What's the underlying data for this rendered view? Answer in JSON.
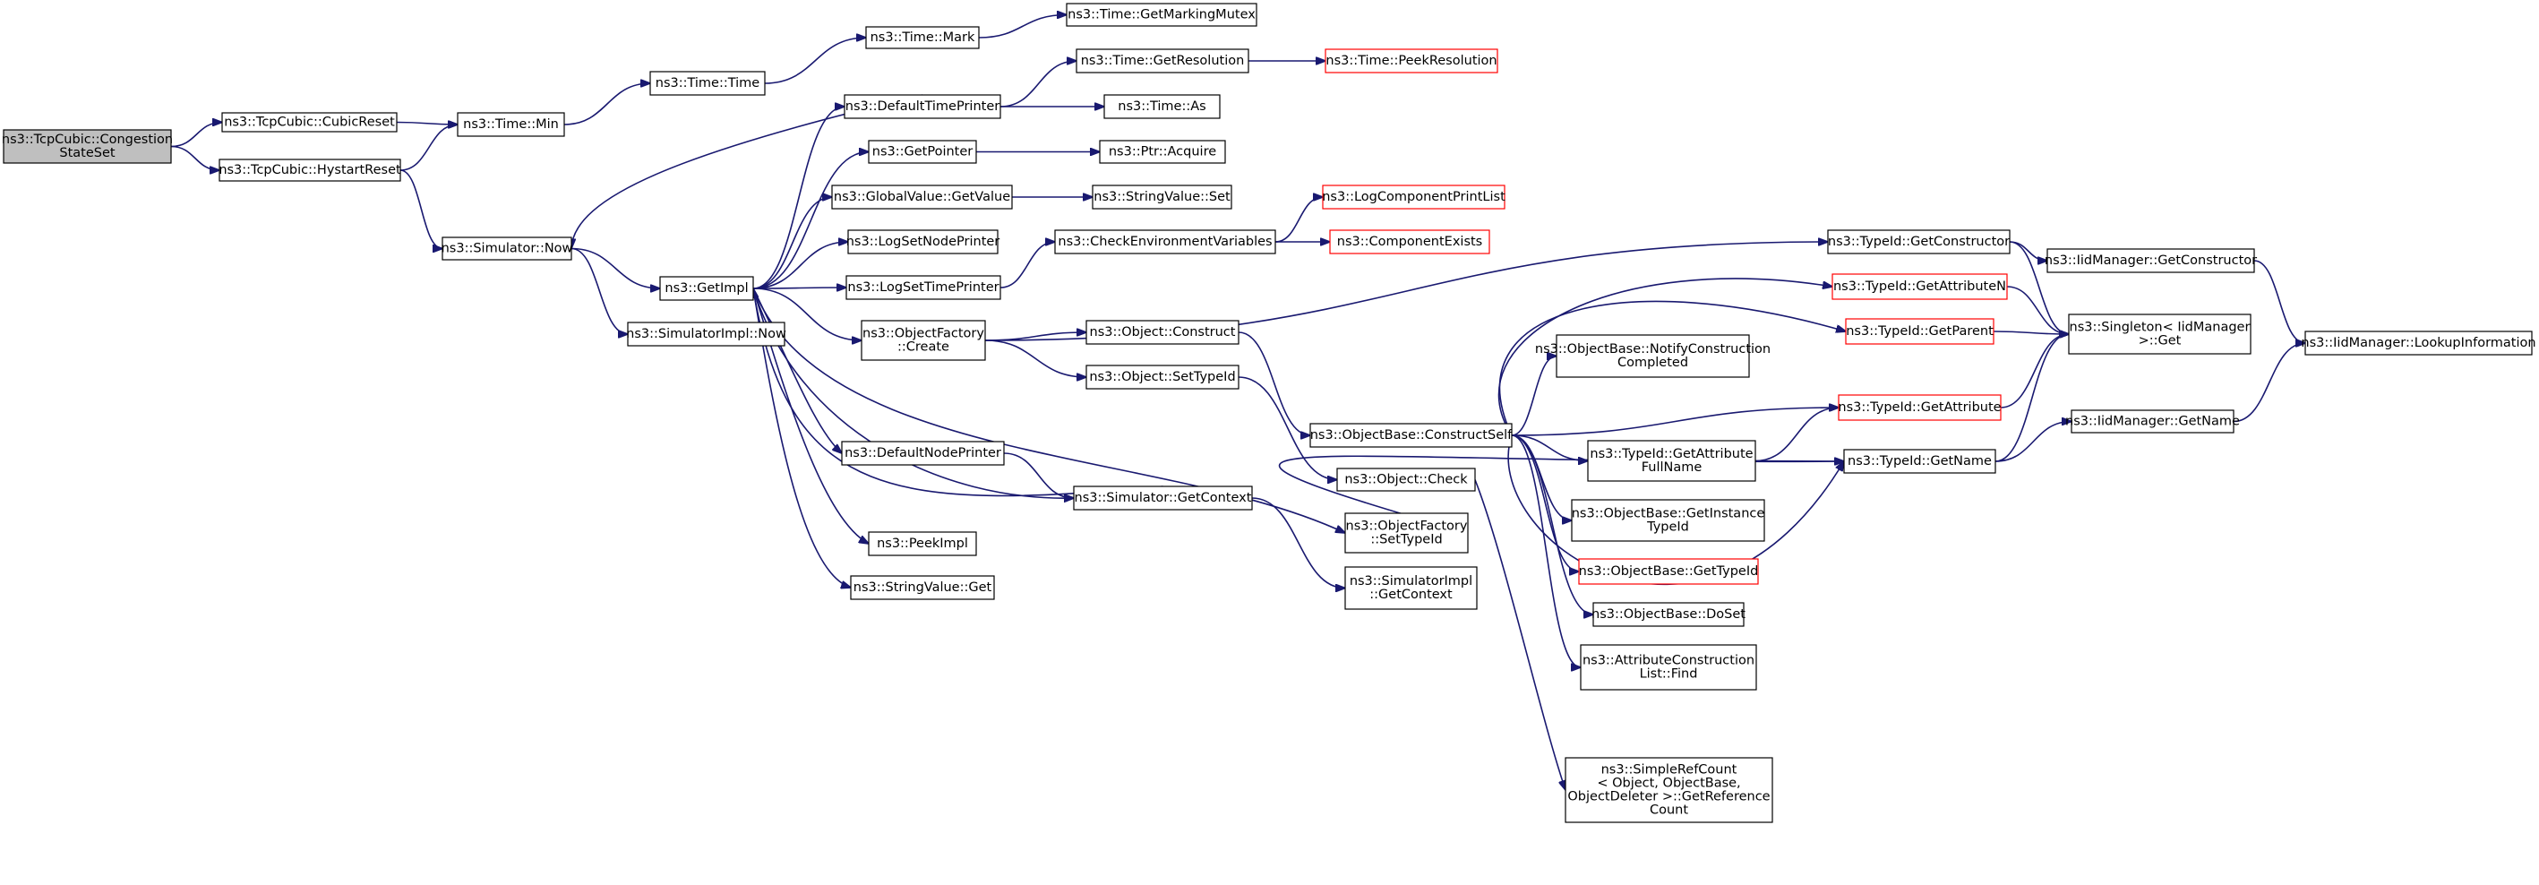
{
  "graph": {
    "edge_color": "#191970",
    "truncated_border_color": "#ff0000",
    "root_fill_color": "#bfbfbf",
    "nodes": {
      "root": {
        "lines": [
          "ns3::TcpCubic::Congestion",
          "StateSet"
        ],
        "truncated": false,
        "root": true
      },
      "cubicreset": {
        "lines": [
          "ns3::TcpCubic::CubicReset"
        ],
        "truncated": false
      },
      "hystartreset": {
        "lines": [
          "ns3::TcpCubic::HystartReset"
        ],
        "truncated": false
      },
      "timemin": {
        "lines": [
          "ns3::Time::Min"
        ],
        "truncated": false
      },
      "timetime": {
        "lines": [
          "ns3::Time::Time"
        ],
        "truncated": false
      },
      "timemark": {
        "lines": [
          "ns3::Time::Mark"
        ],
        "truncated": false
      },
      "getmarkingmutex": {
        "lines": [
          "ns3::Time::GetMarkingMutex"
        ],
        "truncated": false
      },
      "getresolution": {
        "lines": [
          "ns3::Time::GetResolution"
        ],
        "truncated": false
      },
      "peekresolution": {
        "lines": [
          "ns3::Time::PeekResolution"
        ],
        "truncated": true
      },
      "timeas": {
        "lines": [
          "ns3::Time::As"
        ],
        "truncated": false
      },
      "defaulttimeprinter": {
        "lines": [
          "ns3::DefaultTimePrinter"
        ],
        "truncated": false
      },
      "getpointer": {
        "lines": [
          "ns3::GetPointer"
        ],
        "truncated": false
      },
      "ptracquire": {
        "lines": [
          "ns3::Ptr::Acquire"
        ],
        "truncated": false
      },
      "globalvalueget": {
        "lines": [
          "ns3::GlobalValue::GetValue"
        ],
        "truncated": false
      },
      "stringvalueset": {
        "lines": [
          "ns3::StringValue::Set"
        ],
        "truncated": false
      },
      "logsetnodeprinter": {
        "lines": [
          "ns3::LogSetNodePrinter"
        ],
        "truncated": false
      },
      "checkenv": {
        "lines": [
          "ns3::CheckEnvironmentVariables"
        ],
        "truncated": false
      },
      "logcompprintlist": {
        "lines": [
          "ns3::LogComponentPrintList"
        ],
        "truncated": true
      },
      "componentexists": {
        "lines": [
          "ns3::ComponentExists"
        ],
        "truncated": true
      },
      "simnow": {
        "lines": [
          "ns3::Simulator::Now"
        ],
        "truncated": false
      },
      "getimpl": {
        "lines": [
          "ns3::GetImpl"
        ],
        "truncated": false
      },
      "logsettimeprinter": {
        "lines": [
          "ns3::LogSetTimePrinter"
        ],
        "truncated": false
      },
      "simimplnow": {
        "lines": [
          "ns3::SimulatorImpl::Now"
        ],
        "truncated": false
      },
      "objfactcreate": {
        "lines": [
          "ns3::ObjectFactory",
          "::Create"
        ],
        "truncated": false
      },
      "objconstruct": {
        "lines": [
          "ns3::Object::Construct"
        ],
        "truncated": false
      },
      "objsettypeid": {
        "lines": [
          "ns3::Object::SetTypeId"
        ],
        "truncated": false
      },
      "defaultnodeprinter": {
        "lines": [
          "ns3::DefaultNodePrinter"
        ],
        "truncated": false
      },
      "simgetcontext": {
        "lines": [
          "ns3::Simulator::GetContext"
        ],
        "truncated": false
      },
      "peekimpl": {
        "lines": [
          "ns3::PeekImpl"
        ],
        "truncated": false
      },
      "stringvalueget": {
        "lines": [
          "ns3::StringValue::Get"
        ],
        "truncated": false
      },
      "objcheck": {
        "lines": [
          "ns3::Object::Check"
        ],
        "truncated": false
      },
      "objfactsettypeid": {
        "lines": [
          "ns3::ObjectFactory",
          "::SetTypeId"
        ],
        "truncated": false
      },
      "simimplgetcontext": {
        "lines": [
          "ns3::SimulatorImpl",
          "::GetContext"
        ],
        "truncated": false
      },
      "constructself": {
        "lines": [
          "ns3::ObjectBase::ConstructSelf"
        ],
        "truncated": false
      },
      "notifyconstruction": {
        "lines": [
          "ns3::ObjectBase::NotifyConstruction",
          "Completed"
        ],
        "truncated": false
      },
      "getattrfullname": {
        "lines": [
          "ns3::TypeId::GetAttribute",
          "FullName"
        ],
        "truncated": false
      },
      "getinstancetypeid": {
        "lines": [
          "ns3::ObjectBase::GetInstance",
          "TypeId"
        ],
        "truncated": false
      },
      "objbasegettypeid": {
        "lines": [
          "ns3::ObjectBase::GetTypeId"
        ],
        "truncated": true
      },
      "objbasedoset": {
        "lines": [
          "ns3::ObjectBase::DoSet"
        ],
        "truncated": false
      },
      "attrconstrfind": {
        "lines": [
          "ns3::AttributeConstruction",
          "List::Find"
        ],
        "truncated": false
      },
      "simplerefcount": {
        "lines": [
          "ns3::SimpleRefCount",
          "< Object, ObjectBase,",
          "ObjectDeleter >::GetReference",
          "Count"
        ],
        "truncated": false
      },
      "typeidgetconstructor": {
        "lines": [
          "ns3::TypeId::GetConstructor"
        ],
        "truncated": false
      },
      "typeidgetattributen": {
        "lines": [
          "ns3::TypeId::GetAttributeN"
        ],
        "truncated": true
      },
      "typeidgetparent": {
        "lines": [
          "ns3::TypeId::GetParent"
        ],
        "truncated": true
      },
      "typeidgetattribute": {
        "lines": [
          "ns3::TypeId::GetAttribute"
        ],
        "truncated": true
      },
      "typeidgetname": {
        "lines": [
          "ns3::TypeId::GetName"
        ],
        "truncated": false
      },
      "iidgetconstructor": {
        "lines": [
          "ns3::IidManager::GetConstructor"
        ],
        "truncated": false
      },
      "singletonget": {
        "lines": [
          "ns3::Singleton< IidManager",
          ">::Get"
        ],
        "truncated": false
      },
      "iidgetname": {
        "lines": [
          "ns3::IidManager::GetName"
        ],
        "truncated": false
      },
      "lookupinfo": {
        "lines": [
          "ns3::IidManager::LookupInformation"
        ],
        "truncated": false
      }
    },
    "edges": [
      [
        "root",
        "cubicreset"
      ],
      [
        "root",
        "hystartreset"
      ],
      [
        "cubicreset",
        "timemin"
      ],
      [
        "hystartreset",
        "timemin"
      ],
      [
        "hystartreset",
        "simnow"
      ],
      [
        "timemin",
        "timetime"
      ],
      [
        "timetime",
        "timemark"
      ],
      [
        "timemark",
        "getmarkingmutex"
      ],
      [
        "simnow",
        "getimpl"
      ],
      [
        "simnow",
        "simimplnow"
      ],
      [
        "getimpl",
        "defaulttimeprinter"
      ],
      [
        "getimpl",
        "getpointer"
      ],
      [
        "getimpl",
        "globalvalueget"
      ],
      [
        "getimpl",
        "logsetnodeprinter"
      ],
      [
        "getimpl",
        "logsettimeprinter"
      ],
      [
        "getimpl",
        "objfactcreate"
      ],
      [
        "getimpl",
        "defaultnodeprinter"
      ],
      [
        "getimpl",
        "simgetcontext"
      ],
      [
        "getimpl",
        "peekimpl"
      ],
      [
        "getimpl",
        "stringvalueget"
      ],
      [
        "getimpl",
        "objfactsettypeid"
      ],
      [
        "defaulttimeprinter",
        "getresolution"
      ],
      [
        "defaulttimeprinter",
        "timeas"
      ],
      [
        "defaulttimeprinter",
        "simnow"
      ],
      [
        "getresolution",
        "peekresolution"
      ],
      [
        "getpointer",
        "ptracquire"
      ],
      [
        "globalvalueget",
        "stringvalueset"
      ],
      [
        "logsettimeprinter",
        "checkenv"
      ],
      [
        "checkenv",
        "logcompprintlist"
      ],
      [
        "checkenv",
        "componentexists"
      ],
      [
        "objfactcreate",
        "objconstruct"
      ],
      [
        "objfactcreate",
        "objsettypeid"
      ],
      [
        "objfactcreate",
        "typeidgetconstructor"
      ],
      [
        "objconstruct",
        "constructself"
      ],
      [
        "objsettypeid",
        "objcheck"
      ],
      [
        "defaultnodeprinter",
        "simgetcontext"
      ],
      [
        "simgetcontext",
        "getimpl"
      ],
      [
        "simgetcontext",
        "simimplgetcontext"
      ],
      [
        "objcheck",
        "simplerefcount"
      ],
      [
        "objfactsettypeid",
        "typeidgetname"
      ],
      [
        "constructself",
        "notifyconstruction"
      ],
      [
        "constructself",
        "typeidgetattribute"
      ],
      [
        "constructself",
        "getattrfullname"
      ],
      [
        "constructself",
        "getinstancetypeid"
      ],
      [
        "constructself",
        "objbasegettypeid"
      ],
      [
        "constructself",
        "objbasedoset"
      ],
      [
        "constructself",
        "attrconstrfind"
      ],
      [
        "constructself",
        "typeidgetname"
      ],
      [
        "constructself",
        "typeidgetattributen"
      ],
      [
        "constructself",
        "typeidgetparent"
      ],
      [
        "getattrfullname",
        "typeidgetattribute"
      ],
      [
        "getattrfullname",
        "typeidgetname"
      ],
      [
        "typeidgetconstructor",
        "iidgetconstructor"
      ],
      [
        "typeidgetconstructor",
        "singletonget"
      ],
      [
        "typeidgetattributen",
        "singletonget"
      ],
      [
        "typeidgetparent",
        "singletonget"
      ],
      [
        "typeidgetattribute",
        "singletonget"
      ],
      [
        "typeidgetname",
        "singletonget"
      ],
      [
        "typeidgetname",
        "iidgetname"
      ],
      [
        "iidgetconstructor",
        "lookupinfo"
      ],
      [
        "iidgetname",
        "lookupinfo"
      ]
    ]
  }
}
